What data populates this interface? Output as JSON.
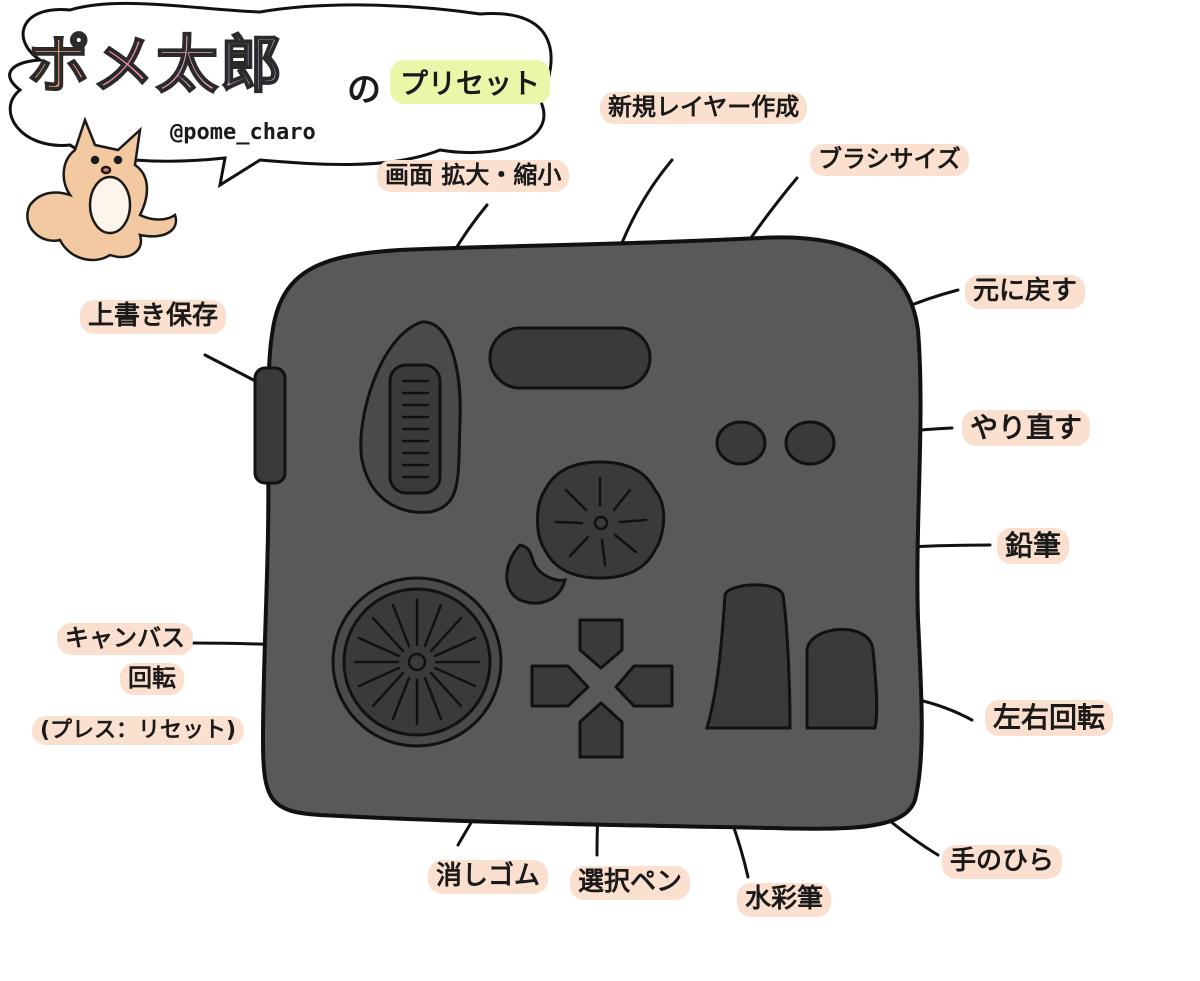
{
  "title": {
    "chars": [
      "ポ",
      "メ",
      "太",
      "郎"
    ],
    "char_colors": [
      "#f6a27a",
      "#f48fb1",
      "#f0a6cf",
      "#c9a4e6"
    ],
    "particle": "の",
    "subtitle": "プリセット",
    "handle": "@pome_charo"
  },
  "labels": {
    "new_layer": "新規レイヤー作成",
    "zoom": "画面 拡大・縮小",
    "brush_size": "ブラシサイズ",
    "undo": "元に戻す",
    "save": "上書き保存",
    "redo": "やり直す",
    "pencil": "鉛筆",
    "canvas_rotate_1": "キャンバス",
    "canvas_rotate_2": "回転",
    "press_reset": "(プレス：リセット)",
    "rotate_lr": "左右回転",
    "hand": "手のひら",
    "eraser": "消しゴム",
    "select_pen": "選択ペン",
    "watercolor": "水彩筆"
  },
  "colors": {
    "device_body": "#595959",
    "device_button": "#3a3a3a",
    "outline": "#111111",
    "label_highlight": "#fce0cf",
    "subtitle_highlight": "#e9f7a8",
    "dog_fur": "#f2c9a0",
    "dog_belly": "#fdf4ec"
  }
}
